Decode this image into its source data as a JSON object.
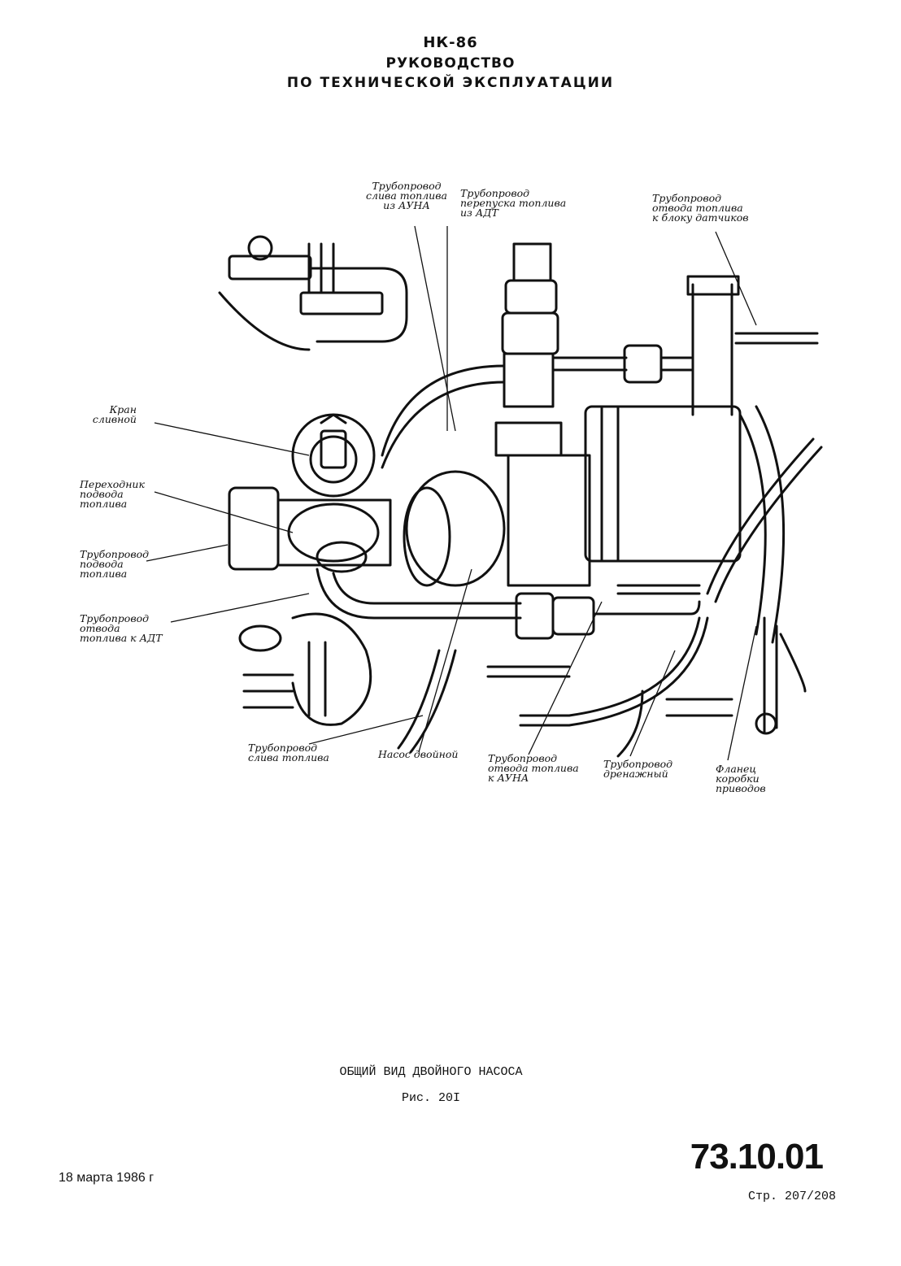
{
  "header": {
    "line1": "НК-86",
    "line2": "РУКОВОДСТВО",
    "line3": "ПО ТЕХНИЧЕСКОЙ ЭКСПЛУАТАЦИИ"
  },
  "labels": {
    "drain_auna": [
      "Трубопровод",
      "слива топлива",
      "из АУНА"
    ],
    "bypass_adt": [
      "Трубопровод",
      "перепуска топлива",
      "из АДТ"
    ],
    "sensor_block": [
      "Трубопровод",
      "отвода топлива",
      "к блоку датчиков"
    ],
    "drain_valve": [
      "Кран",
      "сливной"
    ],
    "supply_adapter": [
      "Переходник",
      "подвода",
      "топлива"
    ],
    "supply_pipe": [
      "Трубопровод",
      "подвода",
      "топлива"
    ],
    "outlet_adt": [
      "Трубопровод",
      "отвода",
      "топлива к АДТ"
    ],
    "drain_pipe": [
      "Трубопровод",
      "слива топлива"
    ],
    "twin_pump": [
      "Насос двойной"
    ],
    "outlet_auna": [
      "Трубопровод",
      "отвода топлива",
      "к АУНА"
    ],
    "drainage_pipe": [
      "Трубопровод",
      "дренажный"
    ],
    "gearbox_flange": [
      "Фланец",
      "коробки",
      "приводов"
    ]
  },
  "caption": "ОБЩИЙ ВИД ДВОЙНОГО НАСОСА",
  "figure_number": "Рис. 20I",
  "footer": {
    "date": "18 марта 1986 г",
    "doc_number": "73.10.01",
    "page": "Стр. 207/208"
  }
}
